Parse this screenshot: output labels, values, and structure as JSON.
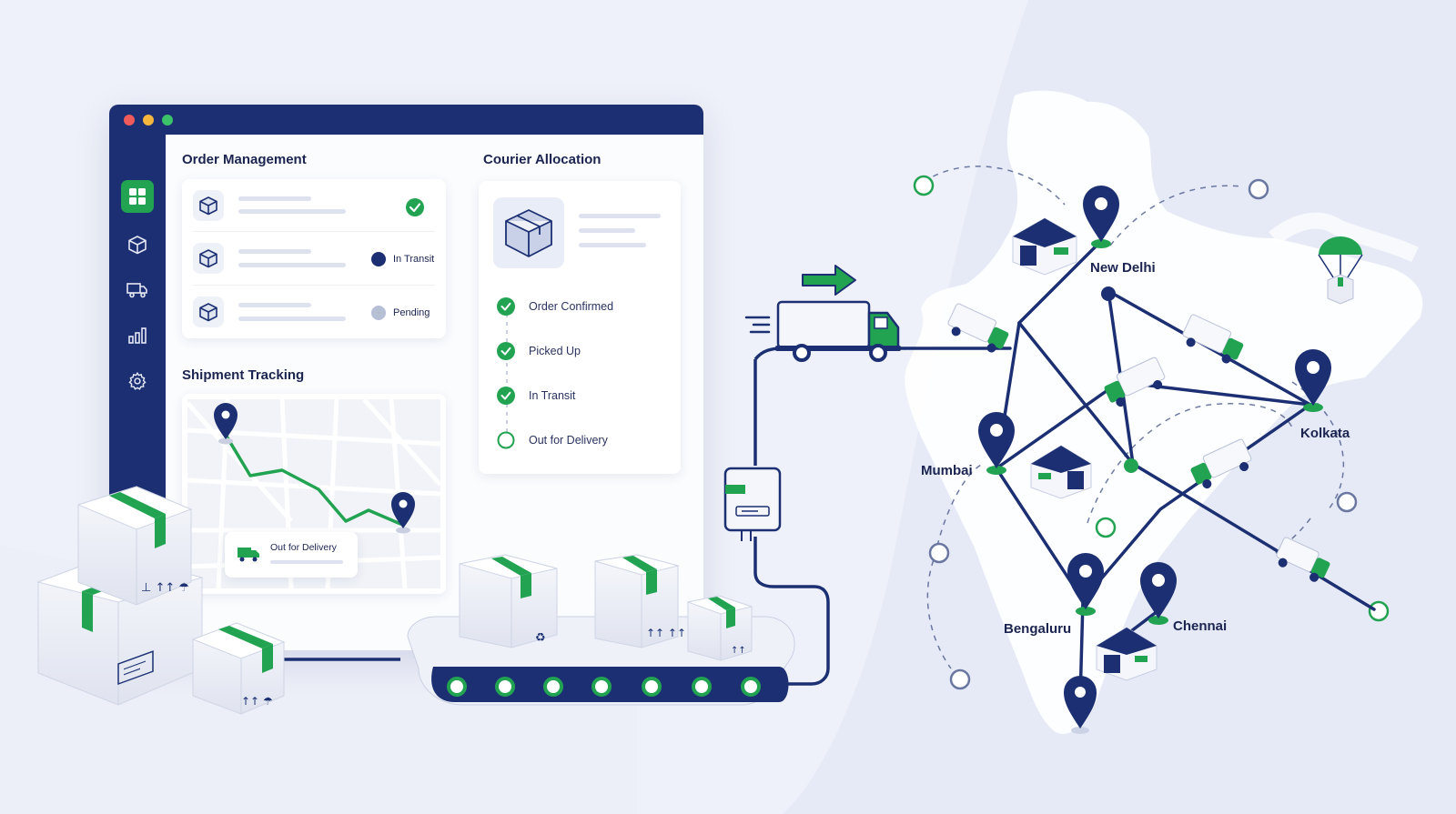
{
  "colors": {
    "navy": "#1b2f72",
    "green": "#22a352",
    "background": "#eef1f9",
    "muted": "#b7bfd6"
  },
  "window": {
    "controls": [
      "close-dot",
      "minimize-dot",
      "maximize-dot"
    ]
  },
  "sidebar": {
    "items": [
      {
        "icon": "grid-icon",
        "active": true
      },
      {
        "icon": "package-icon",
        "active": false
      },
      {
        "icon": "truck-icon",
        "active": false
      },
      {
        "icon": "bar-chart-icon",
        "active": false
      },
      {
        "icon": "gear-icon",
        "active": false
      }
    ]
  },
  "order_management": {
    "title": "Order Management",
    "rows": [
      {
        "icon": "package-icon",
        "status": "",
        "status_icon": "check-circle-icon"
      },
      {
        "icon": "package-icon",
        "status": "In Transit",
        "status_icon": "navy-dot-icon"
      },
      {
        "icon": "package-icon",
        "status": "Pending",
        "status_icon": "gray-dot-icon"
      }
    ]
  },
  "shipment_tracking": {
    "title": "Shipment Tracking",
    "badge_label": "Out for Delivery",
    "badge_icon": "truck-icon"
  },
  "courier_allocation": {
    "title": "Courier Allocation",
    "steps": [
      {
        "label": "Order Confirmed",
        "done": true
      },
      {
        "label": "Picked Up",
        "done": true
      },
      {
        "label": "In Transit",
        "done": true
      },
      {
        "label": "Out for Delivery",
        "done": false
      }
    ]
  },
  "map": {
    "cities": {
      "new_delhi": "New Delhi",
      "kolkata": "Kolkata",
      "mumbai": "Mumbai",
      "bengaluru": "Bengaluru",
      "chennai": "Chennai"
    }
  }
}
